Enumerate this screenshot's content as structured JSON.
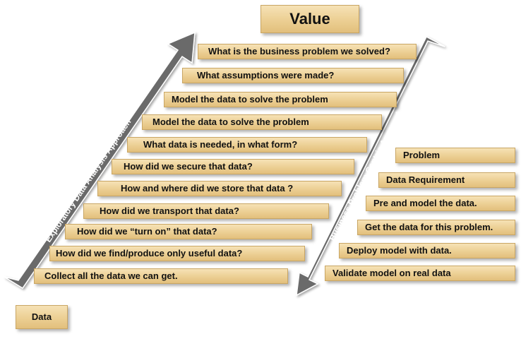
{
  "title": "Value",
  "bottom_label": "Data",
  "left_arrow_label": "Exploratory Data Analysis Approach",
  "right_arrow_label": "Business Problem Centric Approach",
  "steps": [
    "What is the business problem we solved?",
    "What assumptions were made?",
    "Model the data to solve the problem",
    "Model the data to solve the problem",
    "What data is needed, in what form?",
    "How did we secure that data?",
    "How and where did we store that data ?",
    "How did we transport that data?",
    "How did we “turn on” that data?",
    "How did we find/produce only useful data?",
    "Collect all the data we can get."
  ],
  "right_steps": [
    "Problem",
    "Data Requirement",
    "Pre and model the data.",
    "Get the data for this problem.",
    "Deploy model with data.",
    "Validate model on real data"
  ],
  "colors": {
    "box_fill": "#eccf93",
    "arrow": "#6b6b6b"
  }
}
